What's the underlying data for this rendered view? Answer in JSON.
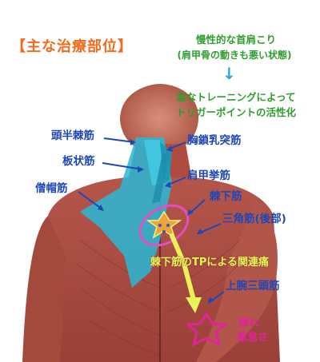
{
  "title": "【主な治療部位】",
  "top_note": {
    "line1": "慢性的な首肩こり",
    "line2": "(肩甲骨の動きも悪い状態)",
    "arrow": "↓",
    "line3": "急なトレーニングによって",
    "line4": "トリガーポイントの活性化"
  },
  "labels": {
    "semispinalis": "頭半棘筋",
    "splenius": "板状筋",
    "trapezius": "僧帽筋",
    "sternocleidomastoid": "胸鎖乳突筋",
    "levator_scapulae": "肩甲挙筋",
    "infraspinatus": "棘下筋",
    "deltoid_posterior": "三角筋(後部)",
    "referred_pain": "棘下筋のTPによる関連痛",
    "triceps": "上腕三頭筋",
    "symptom1": "痺れ",
    "symptom2": "重怠さ"
  },
  "colors": {
    "title": "#f26a1a",
    "label_blue": "#1f47b8",
    "note_green": "#2e9e2e",
    "highlight_cyan": "#29b8d6",
    "referral_yellow": "#e9f25a",
    "trigger_pink": "#e0249a"
  }
}
